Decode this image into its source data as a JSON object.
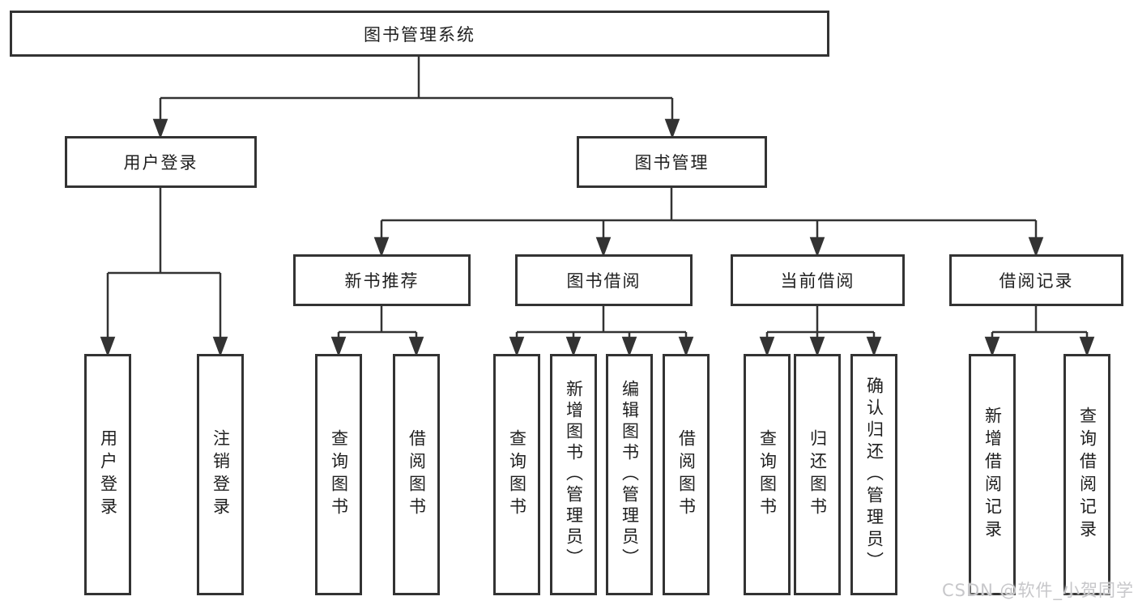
{
  "diagram": {
    "root": "图书管理系统",
    "branches": [
      {
        "label": "用户登录",
        "children": [
          "用户登录",
          "注销登录"
        ]
      },
      {
        "label": "图书管理",
        "children": [
          {
            "label": "新书推荐",
            "children": [
              "查询图书",
              "借阅图书"
            ]
          },
          {
            "label": "图书借阅",
            "children": [
              "查询图书",
              "新增图书（管理员）",
              "编辑图书（管理员）",
              "借阅图书"
            ]
          },
          {
            "label": "当前借阅",
            "children": [
              "查询图书",
              "归还图书",
              "确认归还（管理员）"
            ]
          },
          {
            "label": "借阅记录",
            "children": [
              "新增借阅记录",
              "查询借阅记录"
            ]
          }
        ]
      }
    ]
  },
  "colors": {
    "line": "#333333",
    "text": "#1f1f1f",
    "watermark": "#c7c7ca"
  },
  "watermark": {
    "text": "CSDN @软件_小贺同学"
  }
}
